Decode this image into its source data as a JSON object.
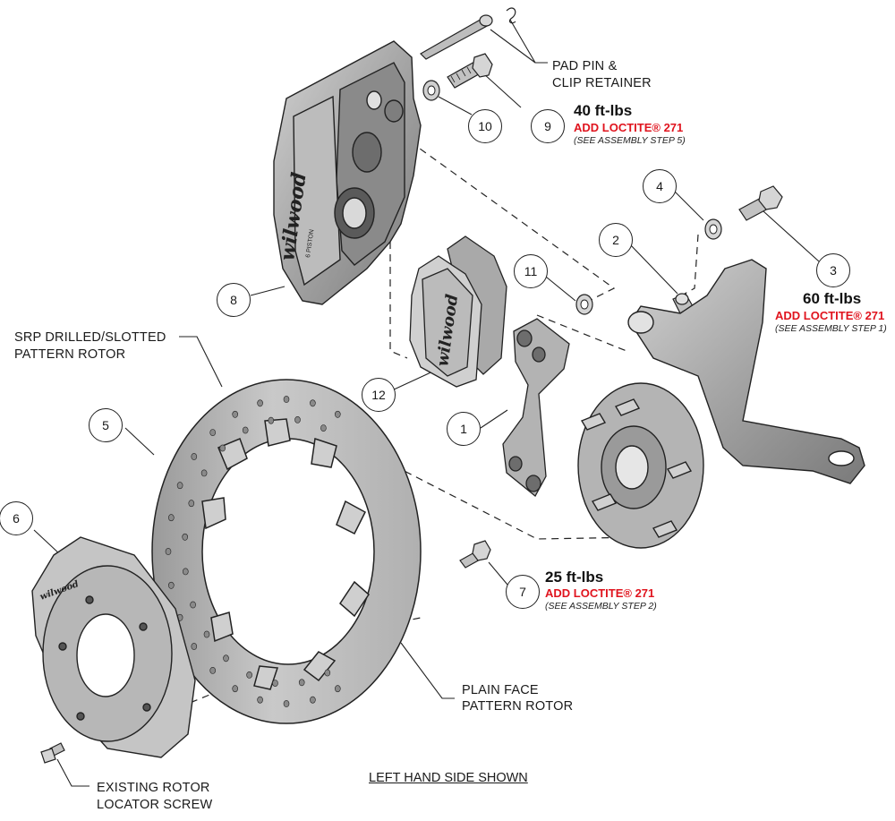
{
  "labels": {
    "pad_pin_line1": "PAD PIN &",
    "pad_pin_line2": "CLIP RETAINER",
    "srp_line1": "SRP DRILLED/SLOTTED",
    "srp_line2": "PATTERN ROTOR",
    "plain_line1": "PLAIN FACE",
    "plain_line2": "PATTERN ROTOR",
    "locator_line1": "EXISTING ROTOR",
    "locator_line2": "LOCATOR SCREW",
    "footer": "LEFT HAND SIDE SHOWN"
  },
  "torque_specs": {
    "bolt9": {
      "torque": "40 ft-lbs",
      "loctite": "ADD LOCTITE® 271",
      "step": "(SEE ASSEMBLY STEP 5)"
    },
    "bolt3": {
      "torque": "60 ft-lbs",
      "loctite": "ADD LOCTITE® 271",
      "step": "(SEE ASSEMBLY STEP 1)"
    },
    "bolt7": {
      "torque": "25 ft-lbs",
      "loctite": "ADD LOCTITE® 271",
      "step": "(SEE ASSEMBLY STEP 2)"
    }
  },
  "callouts": [
    "1",
    "2",
    "3",
    "4",
    "5",
    "6",
    "7",
    "8",
    "9",
    "10",
    "11",
    "12"
  ],
  "brand_marks": {
    "caliper": "wilwood",
    "caliper_side": "6 PISTON",
    "pad": "wilwood",
    "hat": "wilwood"
  },
  "colors": {
    "line": "#222222",
    "part_fill": "#a6a6a6",
    "part_light": "#cfcfcf",
    "part_dark": "#6e6e6e",
    "loctite_red": "#e0141e"
  }
}
